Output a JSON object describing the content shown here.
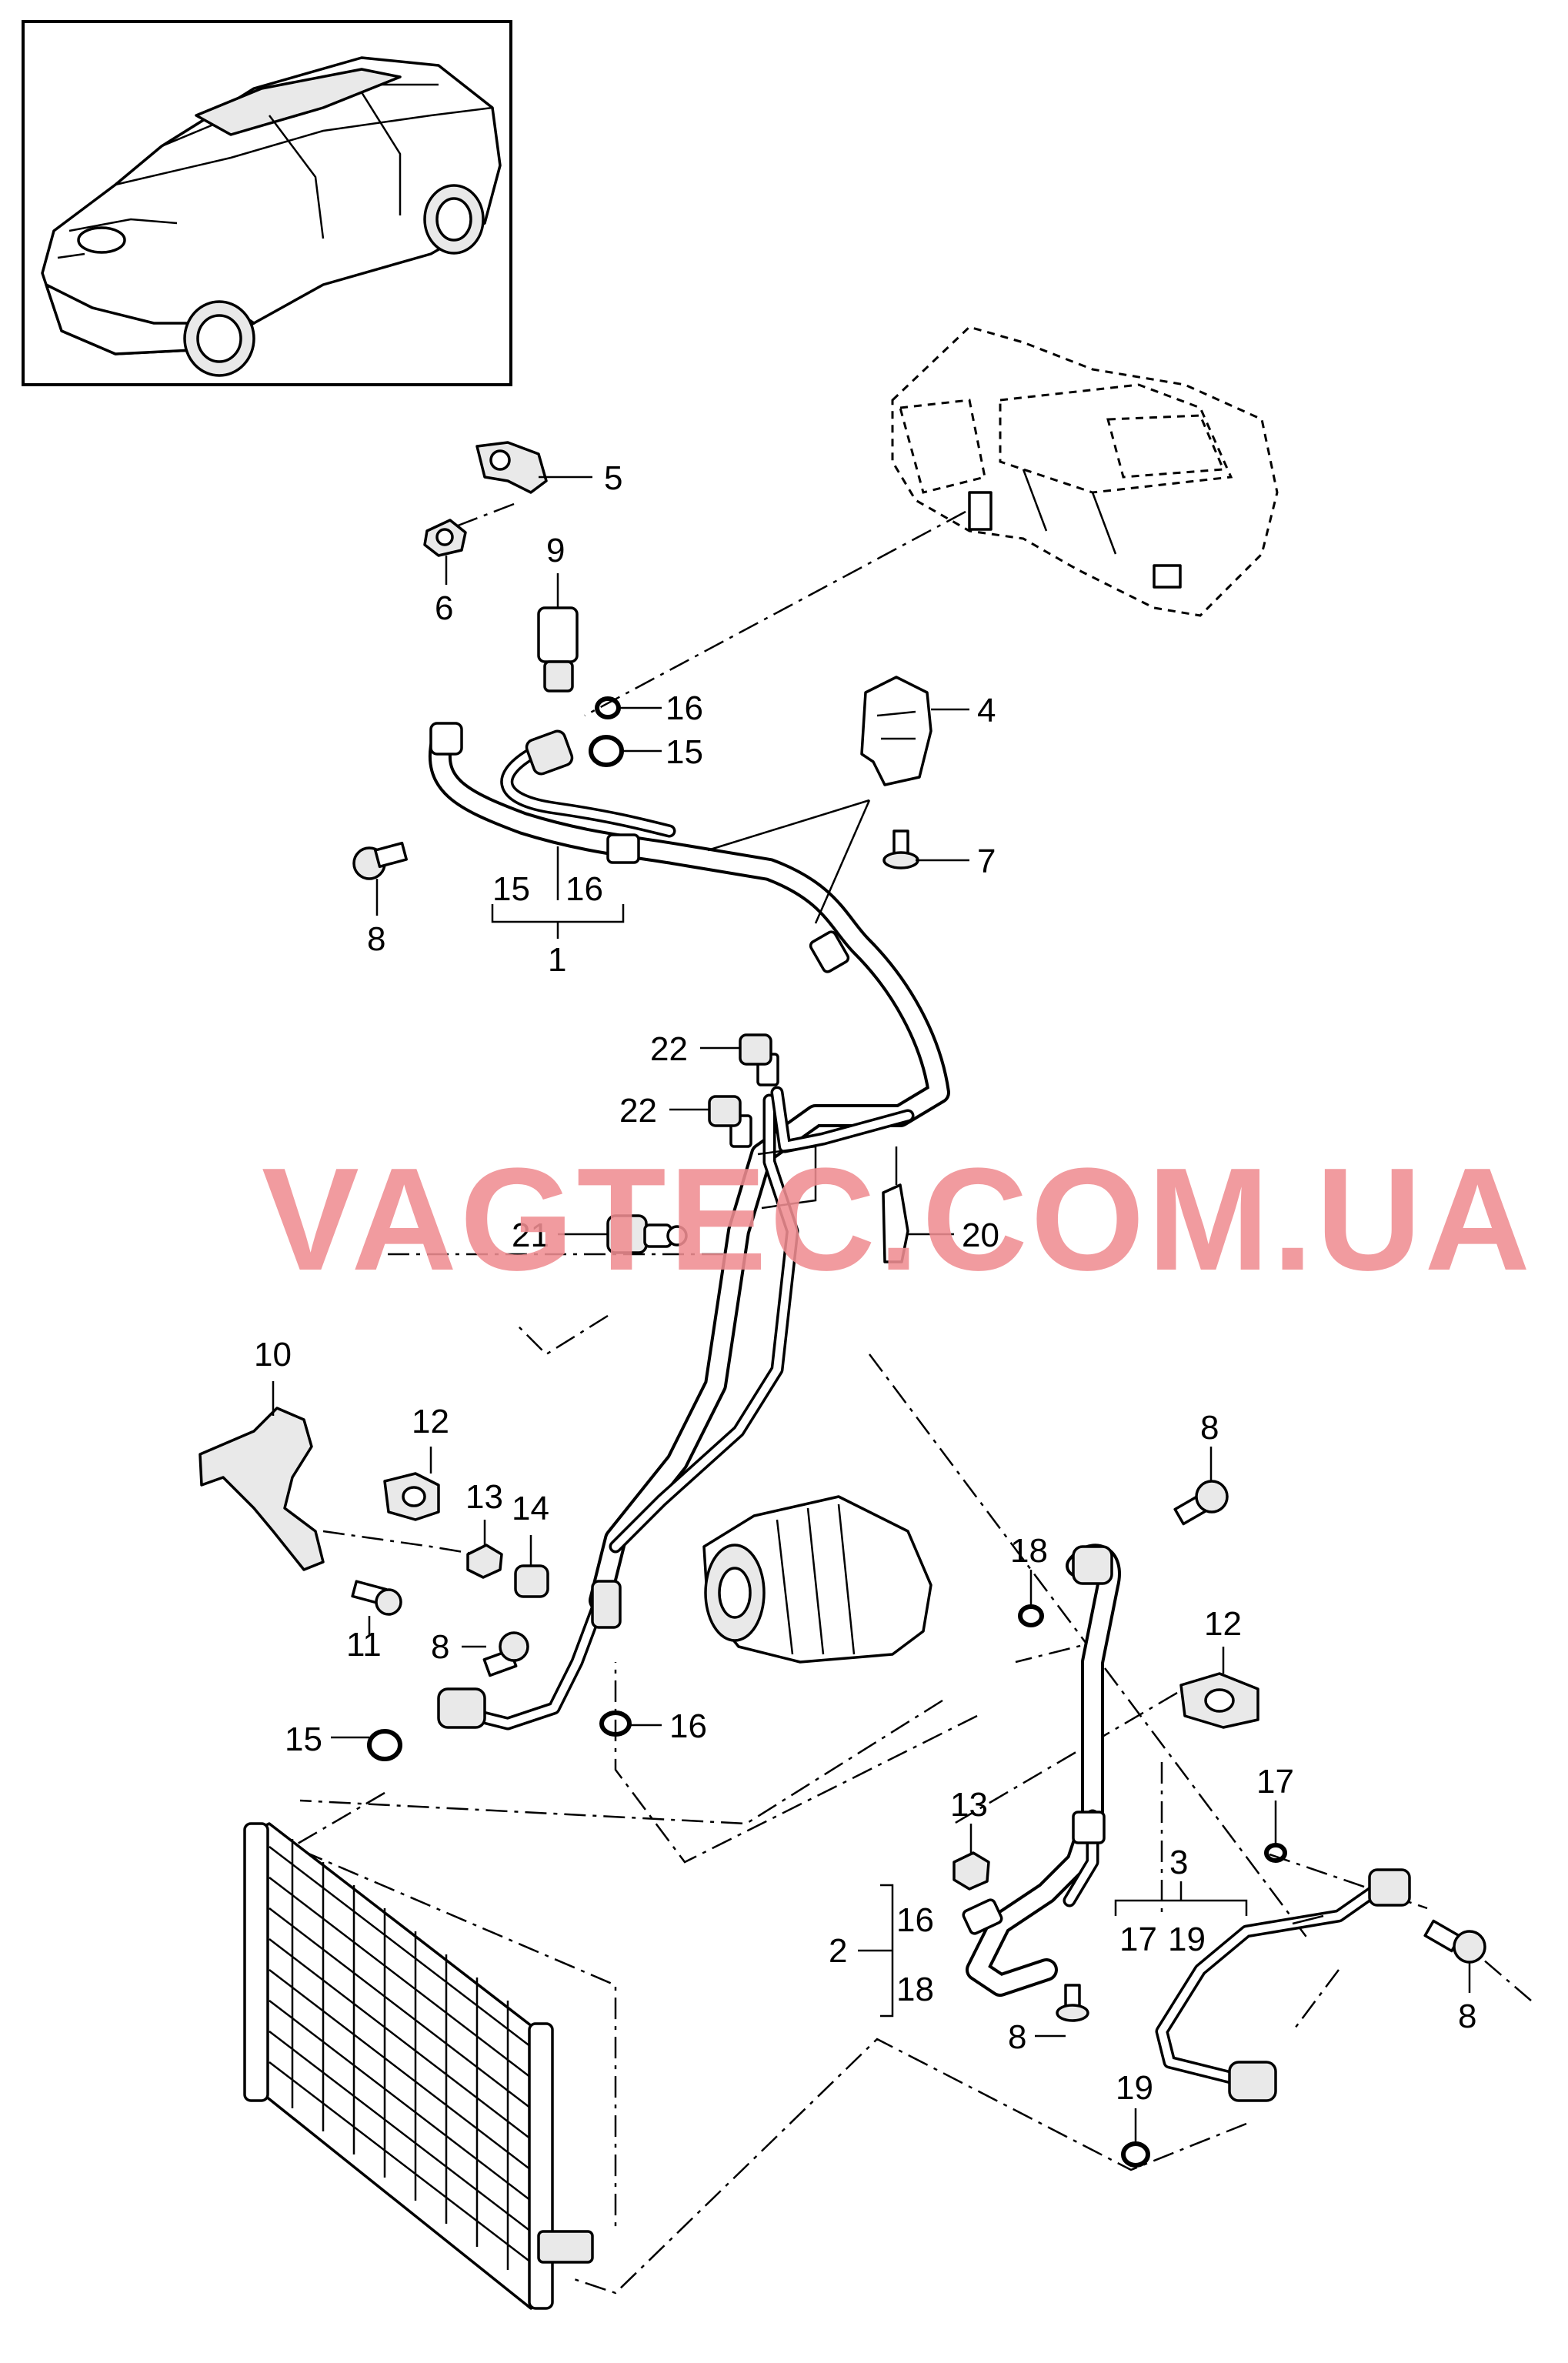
{
  "watermark": "VAGTEC.COM.UA",
  "callouts": [
    {
      "id": "c5",
      "text": "5"
    },
    {
      "id": "c6",
      "text": "6"
    },
    {
      "id": "c9",
      "text": "9"
    },
    {
      "id": "c16a",
      "text": "16"
    },
    {
      "id": "c15a",
      "text": "15"
    },
    {
      "id": "c4",
      "text": "4"
    },
    {
      "id": "c7",
      "text": "7"
    },
    {
      "id": "c8a",
      "text": "8"
    },
    {
      "id": "c15b",
      "text": "15"
    },
    {
      "id": "c16b",
      "text": "16"
    },
    {
      "id": "c1",
      "text": "1"
    },
    {
      "id": "c22a",
      "text": "22"
    },
    {
      "id": "c22b",
      "text": "22"
    },
    {
      "id": "c21",
      "text": "21"
    },
    {
      "id": "c20",
      "text": "20"
    },
    {
      "id": "c10",
      "text": "10"
    },
    {
      "id": "c12a",
      "text": "12"
    },
    {
      "id": "c13a",
      "text": "13"
    },
    {
      "id": "c14",
      "text": "14"
    },
    {
      "id": "c11",
      "text": "11"
    },
    {
      "id": "c8b",
      "text": "8"
    },
    {
      "id": "c15c",
      "text": "15"
    },
    {
      "id": "c16c",
      "text": "16"
    },
    {
      "id": "c8c",
      "text": "8"
    },
    {
      "id": "c18a",
      "text": "18"
    },
    {
      "id": "c12b",
      "text": "12"
    },
    {
      "id": "c17a",
      "text": "17"
    },
    {
      "id": "c13b",
      "text": "13"
    },
    {
      "id": "c3",
      "text": "3"
    },
    {
      "id": "c17b",
      "text": "17"
    },
    {
      "id": "c19a",
      "text": "19"
    },
    {
      "id": "c2",
      "text": "2"
    },
    {
      "id": "c16d",
      "text": "16"
    },
    {
      "id": "c18b",
      "text": "18"
    },
    {
      "id": "c8d",
      "text": "8"
    },
    {
      "id": "c8e",
      "text": "8"
    },
    {
      "id": "c19b",
      "text": "19"
    }
  ]
}
